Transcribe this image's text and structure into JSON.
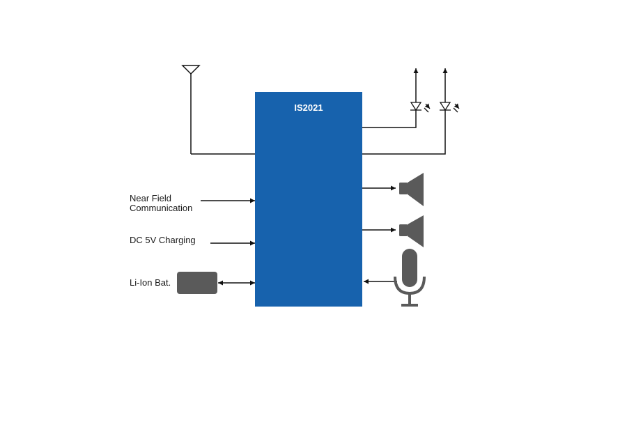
{
  "chip": {
    "label": "IS2021",
    "color": "#1762ad"
  },
  "inputs": {
    "nfc": [
      "Near Field",
      "Communication"
    ],
    "charging": "DC 5V Charging",
    "battery": "Li-Ion Bat."
  },
  "icons": {
    "antenna": "antenna-icon",
    "leds": [
      "led-icon",
      "led-icon"
    ],
    "speakers": [
      "speaker-icon",
      "speaker-icon"
    ],
    "microphone": "microphone-icon",
    "battery": "battery-icon"
  },
  "colors": {
    "line": "#111111",
    "device": "#5a5a5a"
  }
}
